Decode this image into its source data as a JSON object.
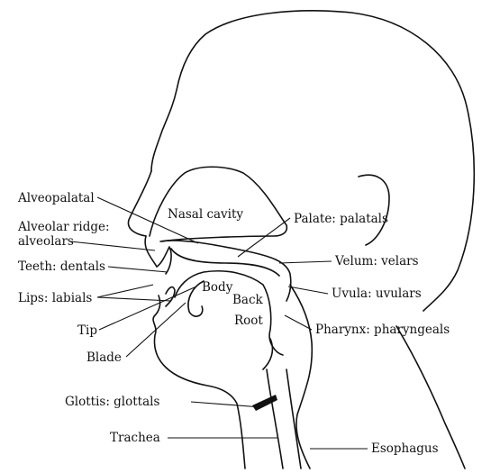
{
  "labels": {
    "alveopalatal": "Alveopalatal",
    "alveolar_ridge_1": "Alveolar ridge:",
    "alveolar_ridge_2": "alveolars",
    "teeth": "Teeth: dentals",
    "lips": "Lips: labials",
    "tip": "Tip",
    "blade": "Blade",
    "nasal_cavity": "Nasal cavity",
    "palate": "Palate: palatals",
    "body": "Body",
    "back": "Back",
    "root": "Root",
    "velum": "Velum: velars",
    "uvula": "Uvula: uvulars",
    "pharynx": "Pharynx: pharyngeals",
    "glottis": "Glottis: glottals",
    "trachea": "Trachea",
    "esophagus": "Esophagus"
  },
  "colors": {
    "ink": "#111111",
    "background": "#ffffff"
  }
}
